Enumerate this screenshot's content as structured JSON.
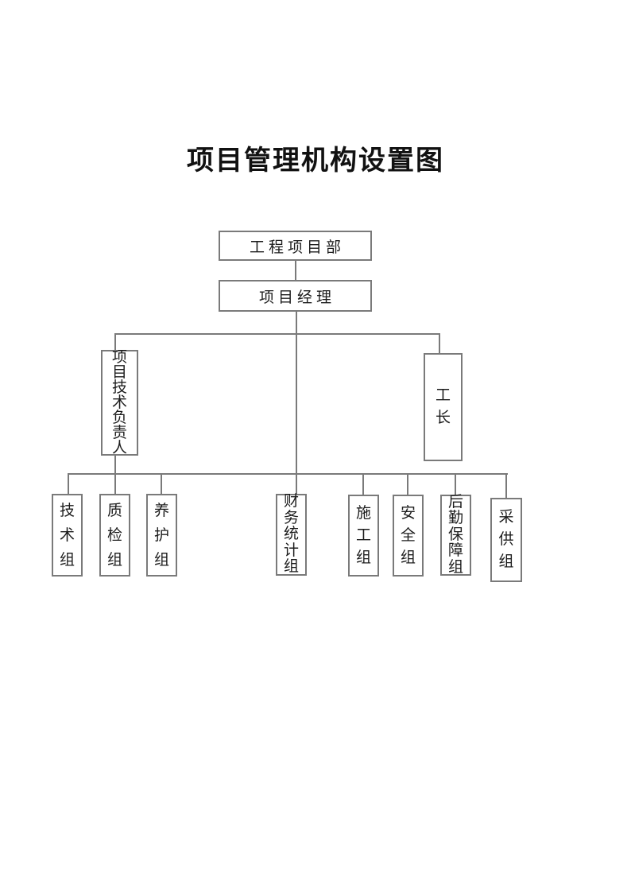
{
  "title": "项目管理机构设置图",
  "org": {
    "root": {
      "label": "工程项目部"
    },
    "manager": {
      "label": "项目经理"
    },
    "tech_lead": {
      "label": "项目技术负责人"
    },
    "foreman": {
      "label": "工长"
    },
    "groups": {
      "technical": {
        "label": "技术组"
      },
      "quality": {
        "label": "质检组"
      },
      "maintenance": {
        "label": "养护组"
      },
      "finance_stats": {
        "label": "财务统计组"
      },
      "construction": {
        "label": "施工组"
      },
      "safety": {
        "label": "安全组"
      },
      "logistics": {
        "label": "后勤保障组"
      },
      "procurement": {
        "label": "采供组"
      }
    }
  },
  "structure": {
    "level1": "工程项目部",
    "level2": "项目经理",
    "level3": [
      "项目技术负责人",
      "工长"
    ],
    "level4": [
      "技术组",
      "质检组",
      "养护组",
      "财务统计组",
      "施工组",
      "安全组",
      "后勤保障组",
      "采供组"
    ]
  },
  "colors": {
    "line": "#7a7a7a",
    "text": "#1c1c1c",
    "background": "#ffffff"
  }
}
